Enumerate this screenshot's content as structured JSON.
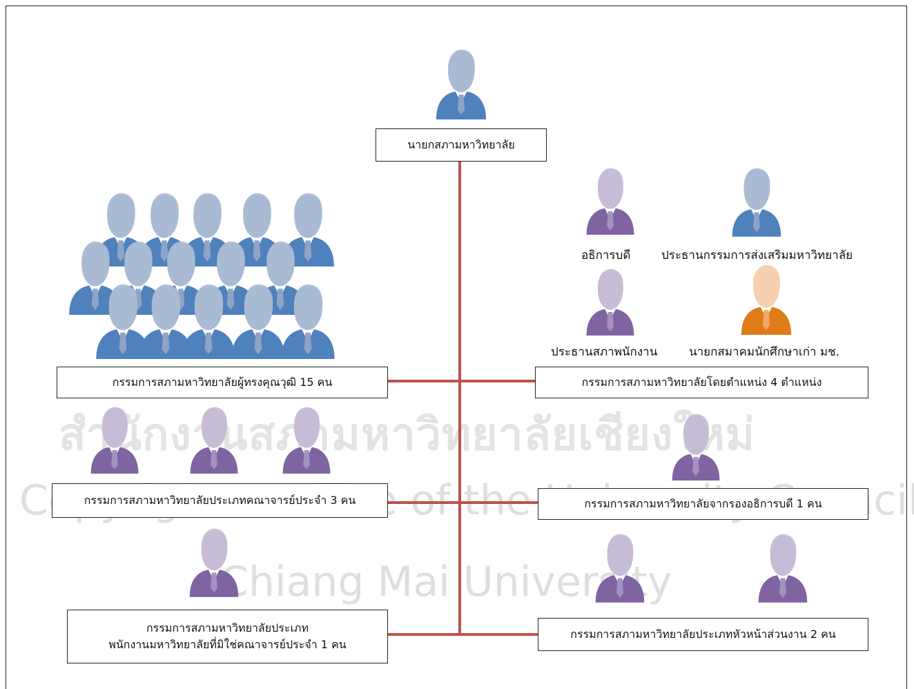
{
  "diagram": {
    "colors": {
      "line": "#c0504d",
      "blue": "#4f81bd",
      "purple": "#8064a2",
      "orange": "#e07b1a"
    },
    "icons": [
      "person-icon"
    ],
    "watermark": {
      "thai": "สำนักงานสภามหาวิทยาลัยเชียงใหม่",
      "copyright": "Copyright© Office of the University Council",
      "university": "Chiang Mai University"
    },
    "top": {
      "label": "นายกสภามหาวิทยาลัย"
    },
    "left": {
      "qualified": "กรรมการสภามหาวิทยาลัยผู้ทรงคุณวุฒิ 15 คน",
      "academic": "กรรมการสภามหาวิทยาลัยประเภทคณาจารย์ประจำ 3 คน",
      "staff_line1": "กรรมการสภามหาวิทยาลัยประเภท",
      "staff_line2": "พนักงานมหาวิทยาลัยที่มิใช่คณาจารย์ประจำ 1 คน"
    },
    "right": {
      "exofficio": "กรรมการสภามหาวิทยาลัยโดยตำแหน่ง 4 ตำแหน่ง",
      "person_president": "อธิการบดี",
      "person_promotion": "ประธานกรรมการส่งเสริมมหาวิทยาลัย",
      "person_staff_council": "ประธานสภาพนักงาน",
      "person_alumni": "นายกสมาคมนักศึกษาเก่า มช.",
      "vice_president": "กรรมการสภามหาวิทยาลัยจากรองอธิการบดี 1 คน",
      "unit_heads": "กรรมการสภามหาวิทยาลัยประเภทหัวหน้าส่วนงาน 2 คน"
    }
  }
}
